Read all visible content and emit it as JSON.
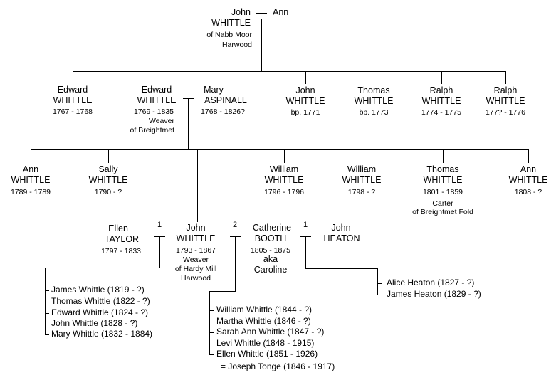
{
  "root": {
    "husband": {
      "first": "John",
      "last": "WHITTLE",
      "place1": "of Nabb Moor",
      "place2": "Harwood"
    },
    "wife": {
      "first": "Ann"
    }
  },
  "gen2": {
    "edward1": {
      "first": "Edward",
      "last": "WHITTLE",
      "dates": "1767 - 1768"
    },
    "edward2": {
      "first": "Edward",
      "last": "WHITTLE",
      "dates": "1769 - 1835",
      "occ1": "Weaver",
      "occ2": "of Breightmet"
    },
    "mary": {
      "first": "Mary",
      "last": "ASPINALL",
      "dates": "1768 - 1826?"
    },
    "john": {
      "first": "John",
      "last": "WHITTLE",
      "dates": "bp. 1771"
    },
    "thomas": {
      "first": "Thomas",
      "last": "WHITTLE",
      "dates": "bp. 1773"
    },
    "ralph1": {
      "first": "Ralph",
      "last": "WHITTLE",
      "dates": "1774 - 1775"
    },
    "ralph2": {
      "first": "Ralph",
      "last": "WHITTLE",
      "dates": "177? - 1776"
    }
  },
  "gen3": {
    "ann1": {
      "first": "Ann",
      "last": "WHITTLE",
      "dates": "1789 - 1789"
    },
    "sally": {
      "first": "Sally",
      "last": "WHITTLE",
      "dates": "1790 - ?"
    },
    "william": {
      "first": "William",
      "last": "WHITTLE",
      "dates": "1796 - 1796"
    },
    "william2": {
      "first": "William",
      "last": "WHITTLE",
      "dates": "1798 - ?"
    },
    "thomas": {
      "first": "Thomas",
      "last": "WHITTLE",
      "dates": "1801 - 1859",
      "occ1": "Carter",
      "occ2": "of Breightmet Fold"
    },
    "ann2": {
      "first": "Ann",
      "last": "WHITTLE",
      "dates": "1808 - ?"
    }
  },
  "marriages": {
    "ellen": {
      "first": "Ellen",
      "last": "TAYLOR",
      "dates": "1797 - 1833",
      "num": "1"
    },
    "john": {
      "first": "John",
      "last": "WHITTLE",
      "dates": "1793 - 1867",
      "occ1": "Weaver",
      "occ2": "of Hardy Mill",
      "occ3": "Harwood"
    },
    "catherine": {
      "first": "Catherine",
      "last": "BOOTH",
      "dates": "1805 - 1875",
      "aka1": "aka",
      "aka2": "Caroline",
      "num": "2"
    },
    "heaton": {
      "first": "John",
      "last": "HEATON",
      "num": "1"
    }
  },
  "children_ellen": [
    "James Whittle (1819 - ?)",
    "Thomas Whittle (1822 - ?)",
    "Edward Whittle (1824 - ?)",
    "John Whittle (1828 - ?)",
    "Mary Whittle (1832 - 1884)"
  ],
  "children_catherine": [
    "William Whittle (1844 - ?)",
    "Martha Whittle (1846 - ?)",
    "Sarah Ann Whittle (1847 - ?)",
    "Levi Whittle (1848 - 1915)",
    "Ellen Whittle (1851 - 1926)"
  ],
  "spouse_note": "= Joseph Tonge (1846 - 1917)",
  "children_heaton": [
    "Alice Heaton (1827 - ?)",
    "James Heaton (1829 - ?)"
  ],
  "colors": {
    "line": "#000000",
    "background": "#ffffff",
    "text": "#000000"
  }
}
